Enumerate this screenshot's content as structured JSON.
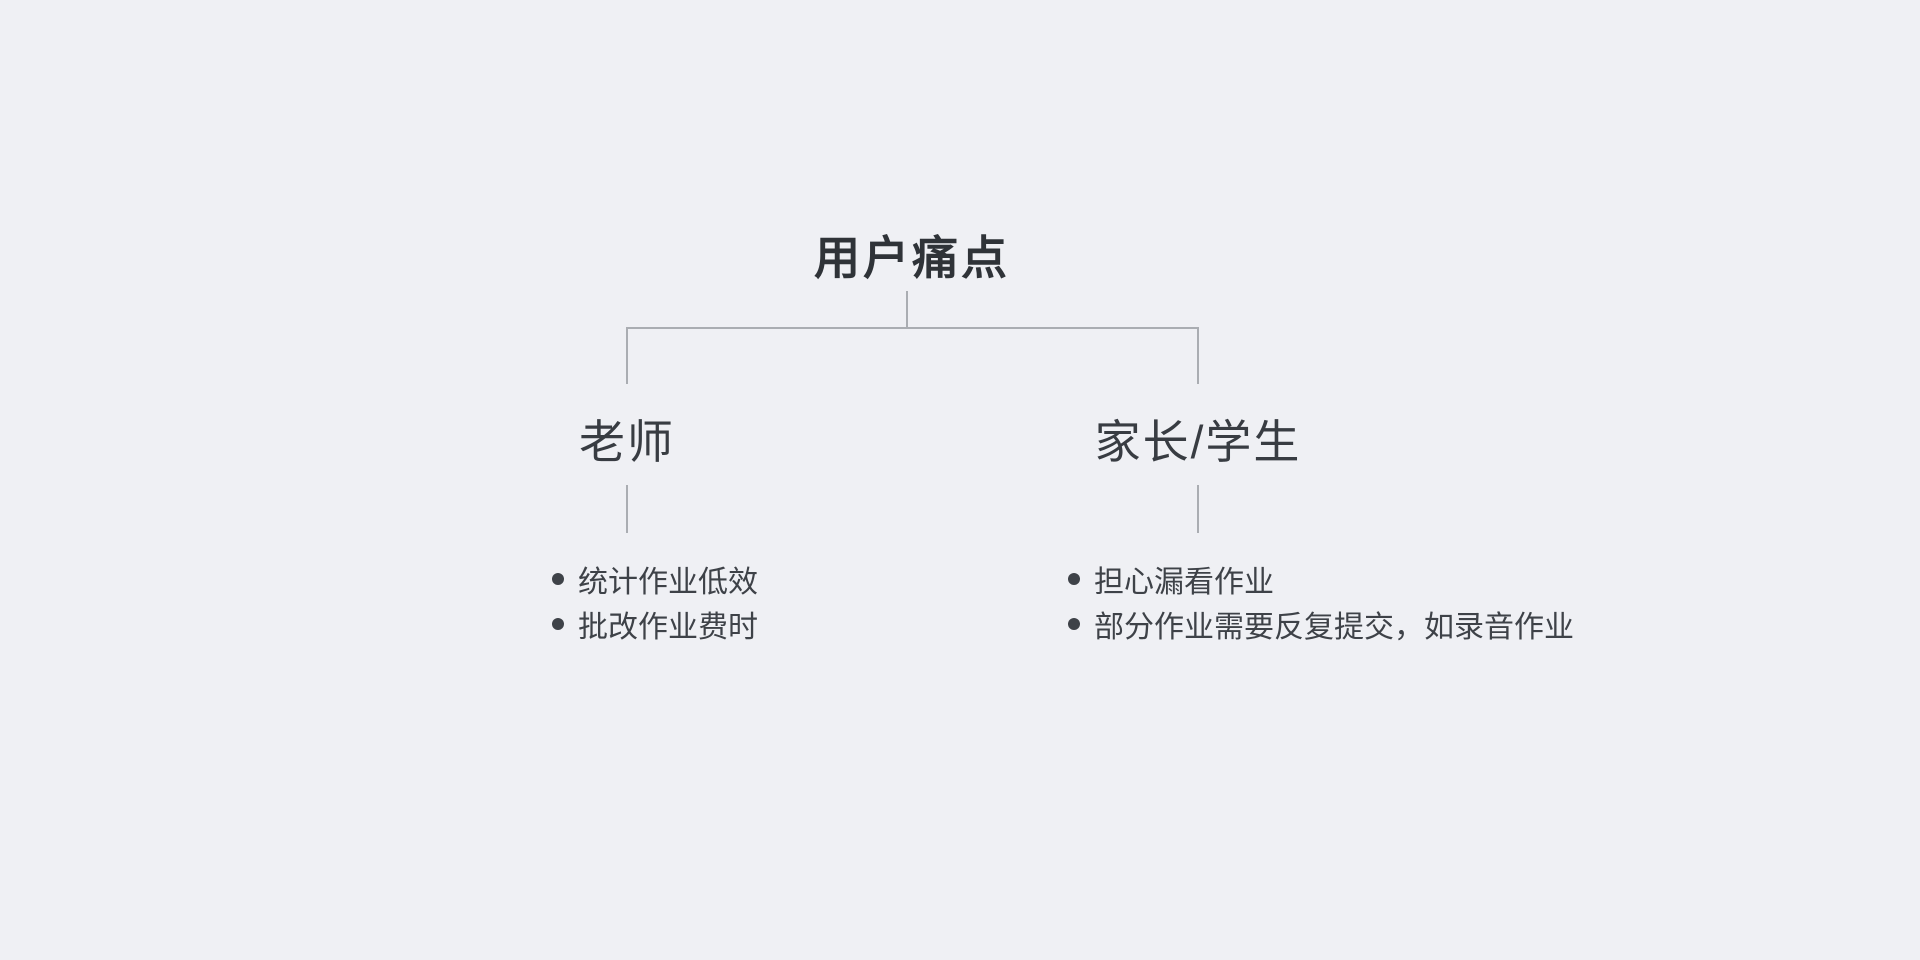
{
  "page": {
    "background_color": "#eff0f4",
    "connector_color": "#aaadb2",
    "text_color": "#3e4248"
  },
  "diagram": {
    "title": "用户痛点",
    "branches": [
      {
        "label": "老师",
        "items": [
          "统计作业低效",
          "批改作业费时"
        ]
      },
      {
        "label": "家长/学生",
        "items": [
          "担心漏看作业",
          "部分作业需要反复提交，如录音作业"
        ]
      }
    ]
  }
}
